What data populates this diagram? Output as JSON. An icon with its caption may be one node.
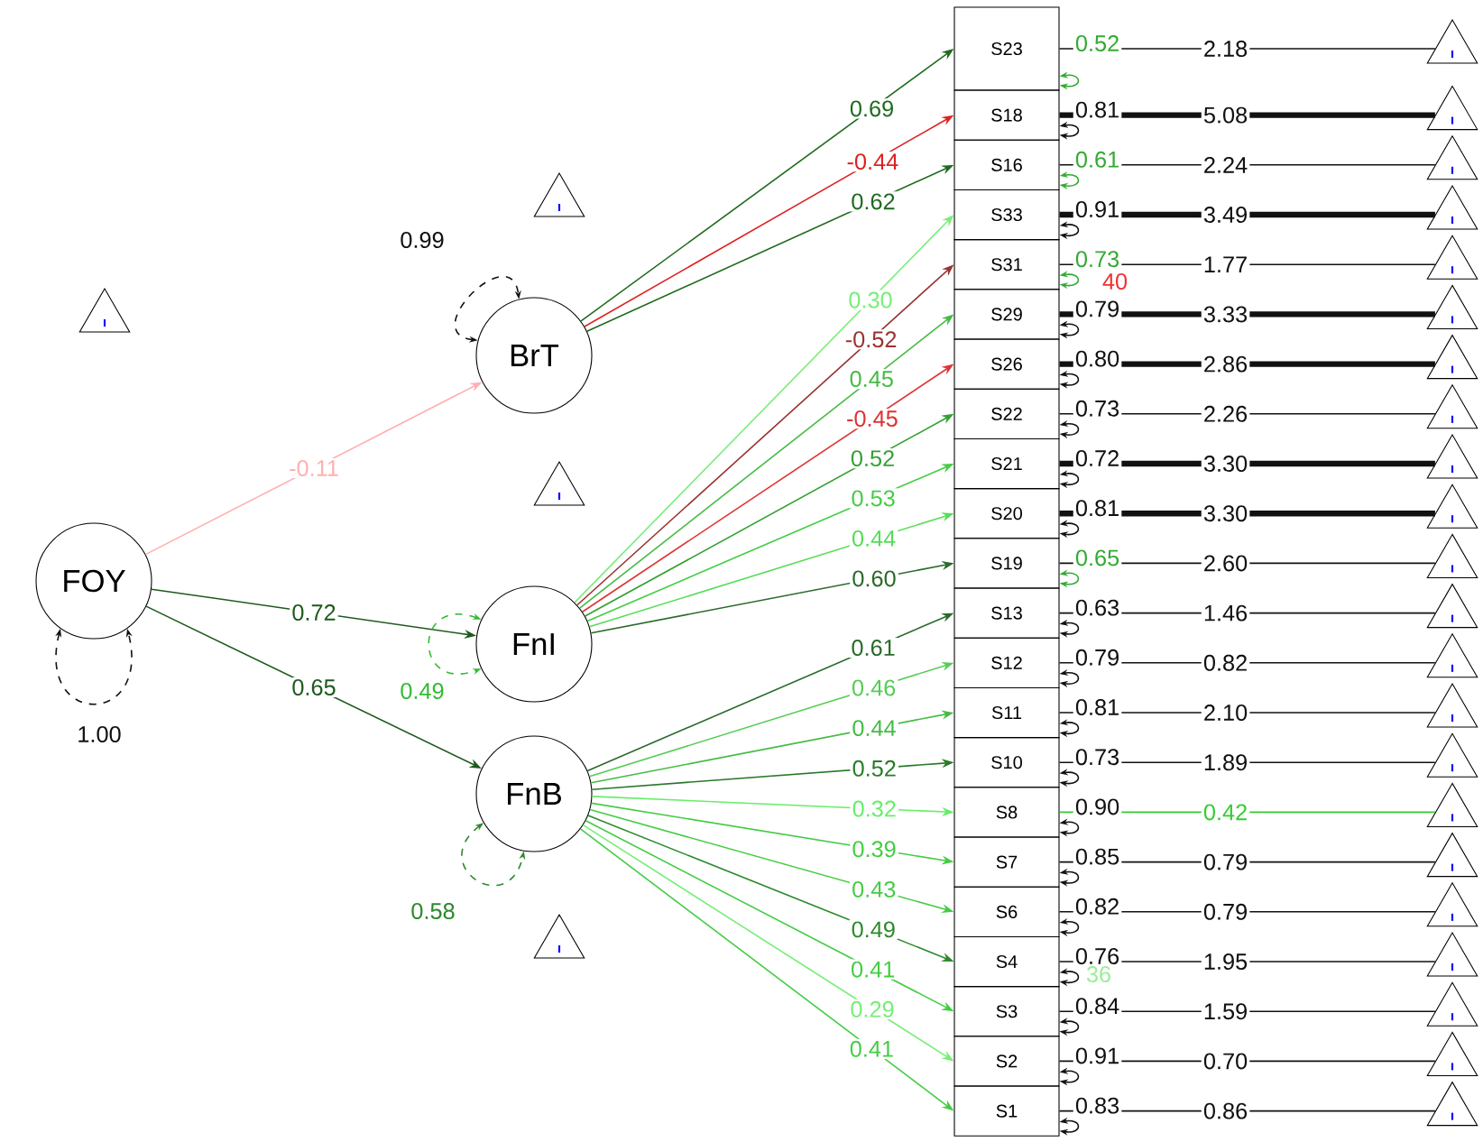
{
  "diagram": {
    "nodes": [
      {
        "text": [
          "FOY"
        ]
      },
      {
        "text": [
          "BrT"
        ]
      },
      {
        "text": [
          "FnI"
        ]
      },
      {
        "text": [
          "FnB"
        ]
      },
      {
        "text": [
          "S23"
        ]
      },
      {
        "text": [
          "S18"
        ]
      },
      {
        "text": [
          "S16"
        ]
      },
      {
        "text": [
          "S33"
        ]
      },
      {
        "text": [
          "S31"
        ]
      },
      {
        "text": [
          "S29"
        ]
      },
      {
        "text": [
          "S26"
        ]
      },
      {
        "text": [
          "S22"
        ]
      },
      {
        "text": [
          "S21"
        ]
      },
      {
        "text": [
          "S20"
        ]
      },
      {
        "text": [
          "S19"
        ]
      },
      {
        "text": [
          "S13"
        ]
      },
      {
        "text": [
          "S12"
        ]
      },
      {
        "text": [
          "S11"
        ]
      },
      {
        "text": [
          "S10"
        ]
      },
      {
        "text": [
          "S8"
        ]
      },
      {
        "text": [
          "S7"
        ]
      },
      {
        "text": [
          "S6"
        ]
      },
      {
        "text": [
          "S4"
        ]
      },
      {
        "text": [
          "S3"
        ]
      },
      {
        "text": [
          "S2"
        ]
      },
      {
        "text": [
          "S1"
        ]
      },
      {
        "text": [],
        "shape": "triangle"
      },
      {
        "text": [],
        "shape": "triangle"
      },
      {
        "text": [],
        "shape": "triangle"
      },
      {
        "text": [],
        "shape": "triangle"
      },
      {
        "text": [],
        "shape": "triangle"
      },
      {
        "text": [],
        "shape": "triangle"
      },
      {
        "text": [],
        "shape": "triangle"
      },
      {
        "text": [],
        "shape": "triangle"
      },
      {
        "text": [],
        "shape": "triangle"
      },
      {
        "text": [],
        "shape": "triangle"
      },
      {
        "text": [],
        "shape": "triangle"
      },
      {
        "text": [],
        "shape": "triangle"
      },
      {
        "text": [],
        "shape": "triangle"
      },
      {
        "text": [],
        "shape": "triangle"
      },
      {
        "text": [],
        "shape": "triangle"
      },
      {
        "text": [],
        "shape": "triangle"
      },
      {
        "text": [],
        "shape": "triangle"
      },
      {
        "text": [],
        "shape": "triangle"
      },
      {
        "text": [],
        "shape": "triangle"
      },
      {
        "text": [],
        "shape": "triangle"
      },
      {
        "text": [],
        "shape": "triangle"
      },
      {
        "text": [],
        "shape": "triangle"
      },
      {
        "text": [],
        "shape": "triangle"
      },
      {
        "text": [],
        "shape": "triangle"
      },
      {
        "text": [],
        "shape": "triangle"
      },
      {
        "text": [],
        "shape": "triangle"
      }
    ],
    "edges": [
      {
        "from": 0,
        "to": 1,
        "arrow": "to",
        "label": "-0.11",
        "color": "#ffb0b0"
      },
      {
        "from": 0,
        "to": 2,
        "arrow": "to",
        "label": "0.72",
        "color": "#1e5a1e"
      },
      {
        "from": 0,
        "to": 3,
        "arrow": "to",
        "label": "0.65",
        "color": "#1e5a1e"
      },
      {
        "from": 0,
        "to": 0,
        "arrow": "both",
        "label": "1.00",
        "style": "dashed"
      },
      {
        "from": 1,
        "to": 1,
        "arrow": "both",
        "label": "0.99",
        "style": "dashed"
      },
      {
        "from": 2,
        "to": 2,
        "arrow": "both",
        "label": "0.49",
        "style": "dashed",
        "color": "#33bb33"
      },
      {
        "from": 3,
        "to": 3,
        "arrow": "both",
        "label": "0.58",
        "style": "dashed",
        "color": "#2a8a2a"
      },
      {
        "from": 1,
        "to": 4,
        "arrow": "to",
        "label": "0.69",
        "color": "#1e6b1e"
      },
      {
        "from": 1,
        "to": 5,
        "arrow": "to",
        "label": "-0.44",
        "color": "#dd2222"
      },
      {
        "from": 1,
        "to": 6,
        "arrow": "to",
        "label": "0.62",
        "color": "#1e6b1e"
      },
      {
        "from": 2,
        "to": 7,
        "arrow": "to",
        "label": "0.30",
        "color": "#77ee77"
      },
      {
        "from": 2,
        "to": 8,
        "arrow": "to",
        "label": "-0.52",
        "color": "#993333"
      },
      {
        "from": 2,
        "to": 9,
        "arrow": "to",
        "label": "0.45",
        "color": "#44bb44"
      },
      {
        "from": 2,
        "to": 10,
        "arrow": "to",
        "label": "-0.45",
        "color": "#dd3333"
      },
      {
        "from": 2,
        "to": 11,
        "arrow": "to",
        "label": "0.52",
        "color": "#33a033"
      },
      {
        "from": 2,
        "to": 12,
        "arrow": "to",
        "label": "0.53",
        "color": "#44cc44"
      },
      {
        "from": 2,
        "to": 13,
        "arrow": "to",
        "label": "0.44",
        "color": "#55dd55"
      },
      {
        "from": 2,
        "to": 14,
        "arrow": "to",
        "label": "0.60",
        "color": "#2a6a2a"
      },
      {
        "from": 3,
        "to": 15,
        "arrow": "to",
        "label": "0.61",
        "color": "#2a6a2a"
      },
      {
        "from": 3,
        "to": 16,
        "arrow": "to",
        "label": "0.46",
        "color": "#55cc55"
      },
      {
        "from": 3,
        "to": 17,
        "arrow": "to",
        "label": "0.44",
        "color": "#44bb44"
      },
      {
        "from": 3,
        "to": 18,
        "arrow": "to",
        "label": "0.52",
        "color": "#2a7a2a"
      },
      {
        "from": 3,
        "to": 19,
        "arrow": "to",
        "label": "0.32",
        "color": "#66ee66"
      },
      {
        "from": 3,
        "to": 20,
        "arrow": "to",
        "label": "0.39",
        "color": "#44cc44"
      },
      {
        "from": 3,
        "to": 21,
        "arrow": "to",
        "label": "0.43",
        "color": "#44cc44"
      },
      {
        "from": 3,
        "to": 22,
        "arrow": "to",
        "label": "0.49",
        "color": "#2a8a2a"
      },
      {
        "from": 3,
        "to": 23,
        "arrow": "to",
        "label": "0.41",
        "color": "#44cc44"
      },
      {
        "from": 3,
        "to": 24,
        "arrow": "to",
        "label": "0.29",
        "color": "#77ee77"
      },
      {
        "from": 3,
        "to": 25,
        "arrow": "to",
        "label": "0.41",
        "color": "#44cc44"
      },
      {
        "from": 4,
        "to": 4,
        "arrow": "both",
        "label": "0.52",
        "color": "#33aa33"
      },
      {
        "from": 5,
        "to": 5,
        "arrow": "both",
        "label": "0.81"
      },
      {
        "from": 6,
        "to": 6,
        "arrow": "both",
        "label": "0.61",
        "color": "#33aa33"
      },
      {
        "from": 7,
        "to": 7,
        "arrow": "both",
        "label": "0.91"
      },
      {
        "from": 8,
        "to": 8,
        "arrow": "both",
        "label": "0.73",
        "color": "#33aa33"
      },
      {
        "from": 9,
        "to": 9,
        "arrow": "both",
        "label": "0.79"
      },
      {
        "from": 10,
        "to": 10,
        "arrow": "both",
        "label": "0.80"
      },
      {
        "from": 11,
        "to": 11,
        "arrow": "both",
        "label": "0.73"
      },
      {
        "from": 12,
        "to": 12,
        "arrow": "both",
        "label": "0.72"
      },
      {
        "from": 13,
        "to": 13,
        "arrow": "both",
        "label": "0.81"
      },
      {
        "from": 14,
        "to": 14,
        "arrow": "both",
        "label": "0.65",
        "color": "#33aa33"
      },
      {
        "from": 15,
        "to": 15,
        "arrow": "both",
        "label": "0.63"
      },
      {
        "from": 16,
        "to": 16,
        "arrow": "both",
        "label": "0.79"
      },
      {
        "from": 17,
        "to": 17,
        "arrow": "both",
        "label": "0.81"
      },
      {
        "from": 18,
        "to": 18,
        "arrow": "both",
        "label": "0.73"
      },
      {
        "from": 19,
        "to": 19,
        "arrow": "both",
        "label": "0.90"
      },
      {
        "from": 20,
        "to": 20,
        "arrow": "both",
        "label": "0.85"
      },
      {
        "from": 21,
        "to": 21,
        "arrow": "both",
        "label": "0.82"
      },
      {
        "from": 22,
        "to": 22,
        "arrow": "both",
        "label": "0.76"
      },
      {
        "from": 23,
        "to": 23,
        "arrow": "both",
        "label": "0.84"
      },
      {
        "from": 24,
        "to": 24,
        "arrow": "both",
        "label": "0.91"
      },
      {
        "from": 25,
        "to": 25,
        "arrow": "both",
        "label": "0.83"
      },
      {
        "from": 30,
        "to": 4,
        "arrow": "none",
        "label": "2.18"
      },
      {
        "from": 31,
        "to": 5,
        "arrow": "none",
        "label": "5.08",
        "style": "thick"
      },
      {
        "from": 32,
        "to": 6,
        "arrow": "none",
        "label": "2.24"
      },
      {
        "from": 33,
        "to": 7,
        "arrow": "none",
        "label": "3.49",
        "style": "thick"
      },
      {
        "from": 34,
        "to": 8,
        "arrow": "none",
        "label": "1.77"
      },
      {
        "from": 35,
        "to": 9,
        "arrow": "none",
        "label": "3.33",
        "style": "thick"
      },
      {
        "from": 36,
        "to": 10,
        "arrow": "none",
        "label": "2.86",
        "style": "thick"
      },
      {
        "from": 37,
        "to": 11,
        "arrow": "none",
        "label": "2.26"
      },
      {
        "from": 38,
        "to": 12,
        "arrow": "none",
        "label": "3.30",
        "style": "thick"
      },
      {
        "from": 39,
        "to": 13,
        "arrow": "none",
        "label": "3.30",
        "style": "thick"
      },
      {
        "from": 40,
        "to": 14,
        "arrow": "none",
        "label": "2.60"
      },
      {
        "from": 41,
        "to": 15,
        "arrow": "none",
        "label": "1.46"
      },
      {
        "from": 42,
        "to": 16,
        "arrow": "none",
        "label": "0.82"
      },
      {
        "from": 43,
        "to": 17,
        "arrow": "none",
        "label": "2.10"
      },
      {
        "from": 44,
        "to": 18,
        "arrow": "none",
        "label": "1.89"
      },
      {
        "from": 45,
        "to": 19,
        "arrow": "none",
        "label": "0.42",
        "color": "#33cc33"
      },
      {
        "from": 46,
        "to": 20,
        "arrow": "none",
        "label": "0.79"
      },
      {
        "from": 47,
        "to": 21,
        "arrow": "none",
        "label": "0.79"
      },
      {
        "from": 48,
        "to": 22,
        "arrow": "none",
        "label": "1.95"
      },
      {
        "from": 49,
        "to": 23,
        "arrow": "none",
        "label": "1.59"
      },
      {
        "from": 50,
        "to": 24,
        "arrow": "none",
        "label": "0.70"
      },
      {
        "from": 51,
        "to": 25,
        "arrow": "none",
        "label": "0.86"
      }
    ],
    "labels": [
      "40",
      "36"
    ]
  }
}
